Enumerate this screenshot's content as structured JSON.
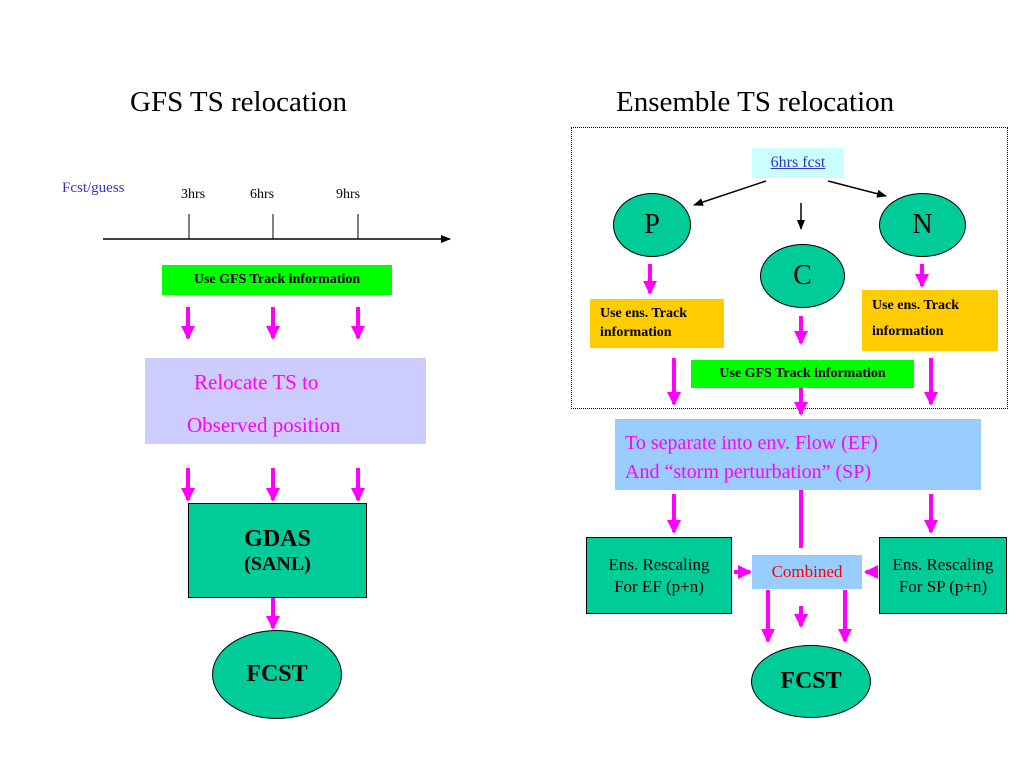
{
  "left": {
    "title": "GFS TS relocation",
    "axis_label": "Fcst/guess",
    "ticks": [
      "3hrs",
      "6hrs",
      "9hrs"
    ],
    "track_label": "Use GFS Track information",
    "relocate_line1": "Relocate TS to",
    "relocate_line2": "Observed position",
    "gdas_line1": "GDAS",
    "gdas_line2": "(SANL)",
    "fcst": "FCST"
  },
  "right": {
    "title": "Ensemble TS relocation",
    "top_label": "6hrs fcst",
    "node_p": "P",
    "node_c": "C",
    "node_n": "N",
    "ens_track_left_line1": "Use ens. Track",
    "ens_track_left_line2": "information",
    "ens_track_right_line1": "Use ens. Track",
    "ens_track_right_line2": "information",
    "gfs_track_label": "Use GFS Track information",
    "separate_line1": "To separate into env. Flow (EF)",
    "separate_line2": "And “storm perturbation” (SP)",
    "rescale_ef_line1": "Ens. Rescaling",
    "rescale_ef_line2": "For EF (p+n)",
    "combined": "Combined",
    "rescale_sp_line1": "Ens. Rescaling",
    "rescale_sp_line2": "For SP (p+n)",
    "fcst": "FCST"
  },
  "colors": {
    "magenta": "#ff00ff",
    "green": "#00ff00",
    "teal": "#00cc99",
    "yellow": "#ffcc00",
    "lavender": "#ccccff",
    "light_blue": "#99ccff",
    "cyan_label": "#ccffff",
    "red_text": "#ff0000"
  }
}
